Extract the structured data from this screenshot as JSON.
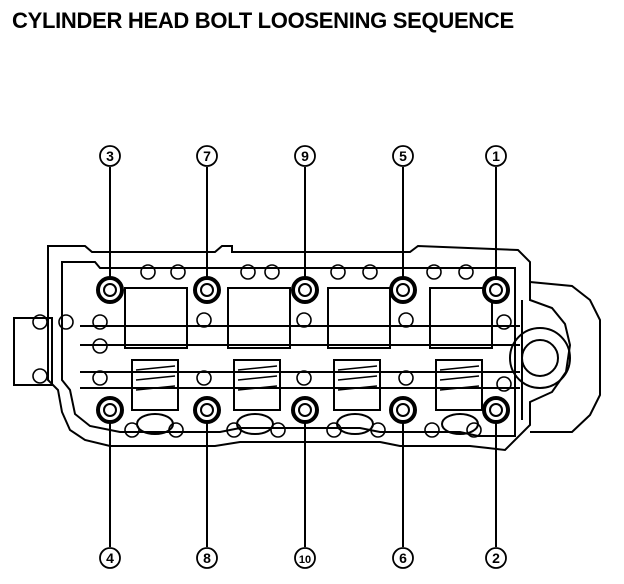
{
  "title": "CYLINDER HEAD BOLT LOOSENING SEQUENCE",
  "bolts": [
    {
      "label": "3",
      "row": "top",
      "column": 1
    },
    {
      "label": "7",
      "row": "top",
      "column": 2
    },
    {
      "label": "9",
      "row": "top",
      "column": 3
    },
    {
      "label": "5",
      "row": "top",
      "column": 4
    },
    {
      "label": "1",
      "row": "top",
      "column": 5
    },
    {
      "label": "4",
      "row": "bottom",
      "column": 1
    },
    {
      "label": "8",
      "row": "bottom",
      "column": 2
    },
    {
      "label": "10",
      "row": "bottom",
      "column": 3
    },
    {
      "label": "6",
      "row": "bottom",
      "column": 4
    },
    {
      "label": "2",
      "row": "bottom",
      "column": 5
    }
  ]
}
